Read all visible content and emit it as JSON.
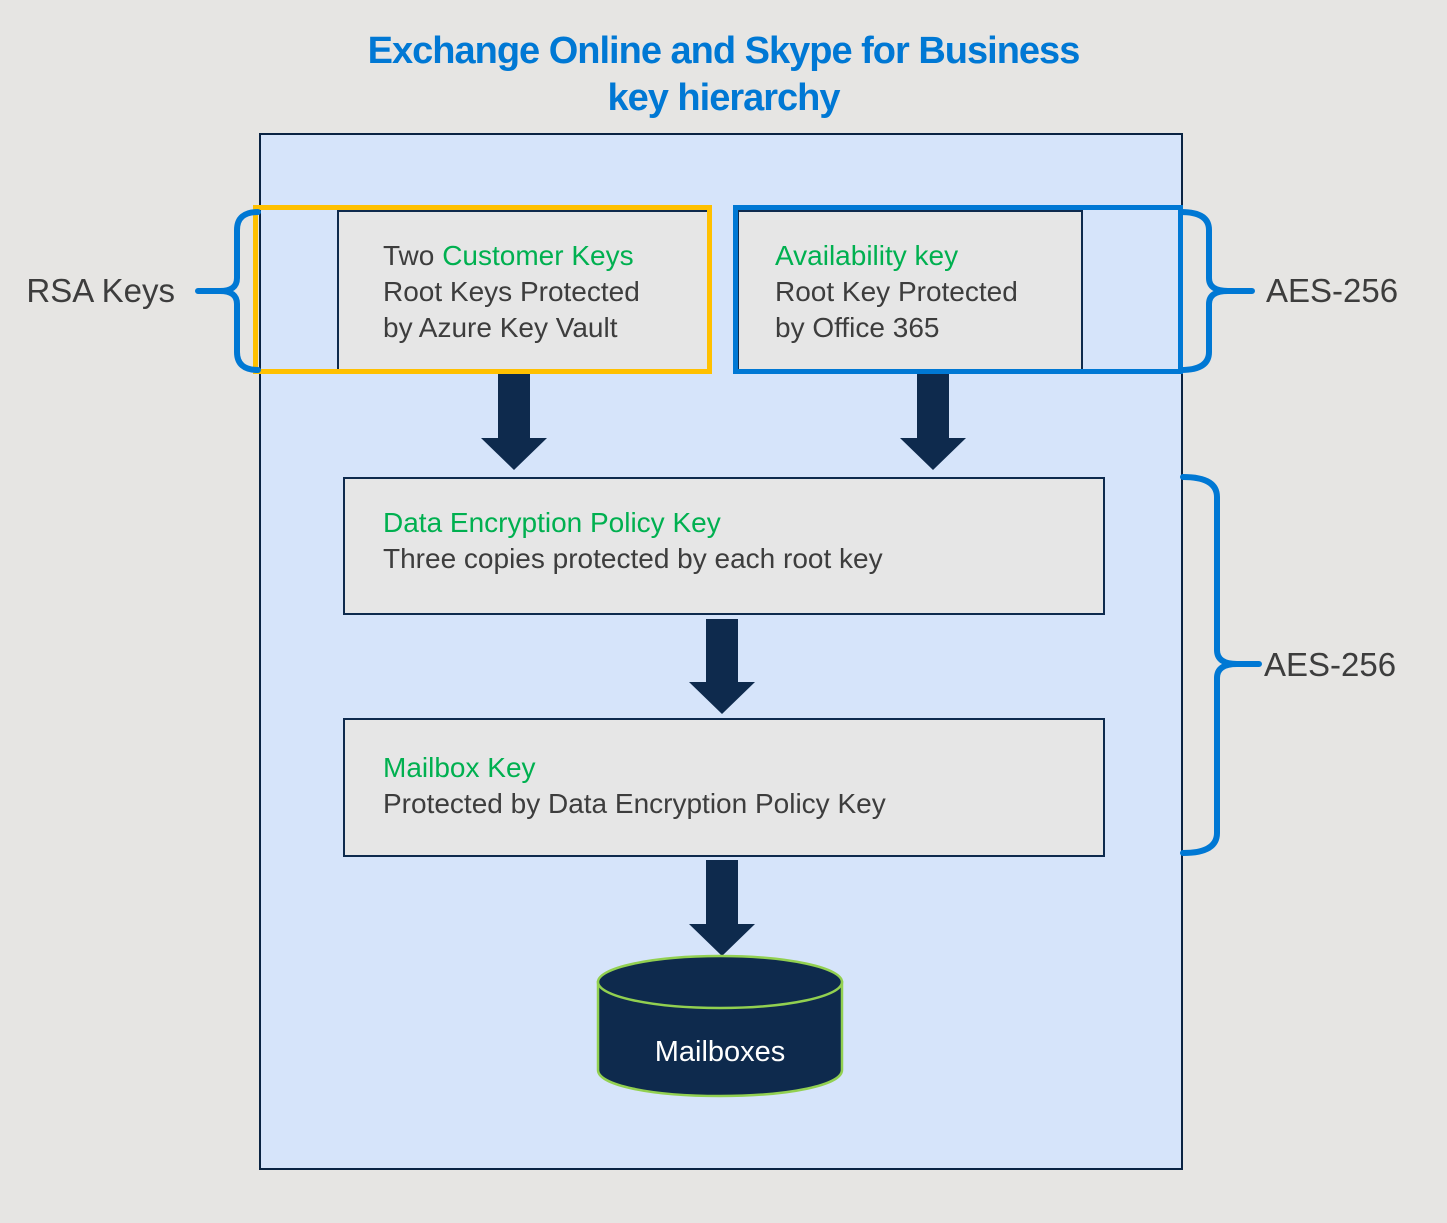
{
  "title": {
    "line1": "Exchange Online and Skype for Business",
    "line2": "key hierarchy"
  },
  "labels": {
    "rsa": "RSA Keys",
    "aes_top": "AES-256",
    "aes_bottom": "AES-256"
  },
  "boxes": {
    "customer": {
      "prefix": "Two",
      "name": "Customer Keys",
      "line2": "Root Keys Protected",
      "line3": "by Azure Key Vault"
    },
    "availability": {
      "name": "Availability key",
      "line2": "Root Key Protected",
      "line3": "by Office 365"
    },
    "dep": {
      "name": "Data Encryption Policy Key",
      "desc": "Three copies protected by each root key"
    },
    "mailbox_key": {
      "name": "Mailbox Key",
      "desc": "Protected by Data Encryption Policy Key"
    }
  },
  "cylinder": {
    "label": "Mailboxes"
  },
  "colors": {
    "accent_blue": "#0078d4",
    "gold": "#ffc000",
    "green": "#00b050",
    "navy": "#0e2a4d",
    "container_fill": "#d6e4fa",
    "box_fill": "#e6e6e6",
    "page_bg": "#e6e5e3",
    "text_dark": "#3d3d3d",
    "cylinder_green": "#92d050"
  }
}
